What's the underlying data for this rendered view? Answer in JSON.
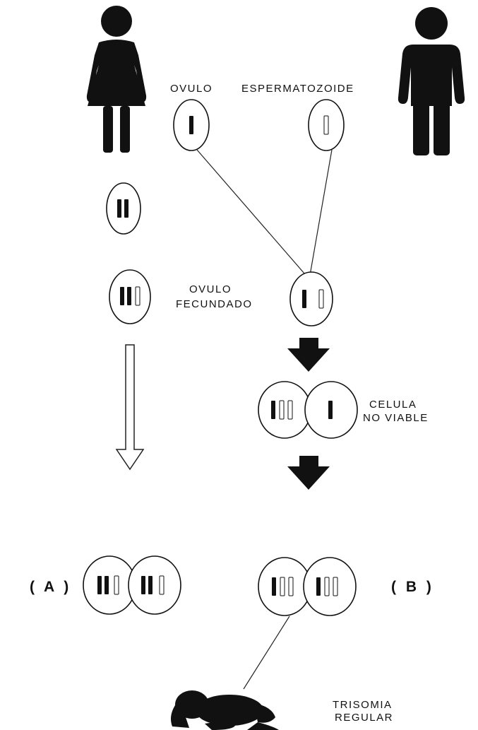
{
  "labels": {
    "ovulo": "OVULO",
    "espermatozoide": "ESPERMATOZOIDE",
    "ovulo_fecundado_1": "OVULO",
    "ovulo_fecundado_2": "FECUNDADO",
    "celula_1": "CELULA",
    "celula_2": "NO VIABLE",
    "case_a": "( A )",
    "case_b": "( B )",
    "trisomia_1": "TRISOMIA",
    "trisomia_2": "REGULAR"
  }
}
